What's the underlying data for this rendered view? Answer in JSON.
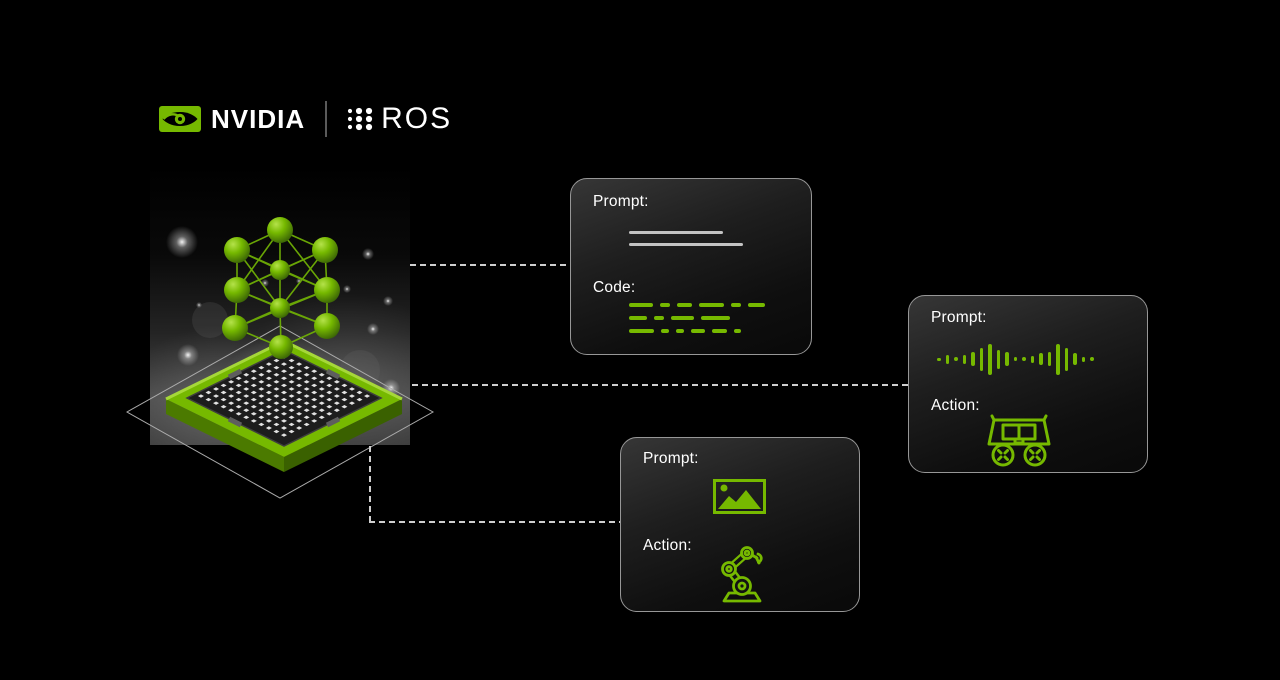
{
  "theme": {
    "accent_green": "#76b900",
    "background": "#000000",
    "card_border": "#979797",
    "text_color": "#ffffff",
    "connector_color": "#cfcfcf",
    "placeholder_line_color": "#c3c3c3"
  },
  "header": {
    "nvidia_label": "NVIDIA",
    "ros_label": "ROS"
  },
  "illustration": {
    "name": "ai-chip-with-neural-network",
    "chip_pad_grid": "12x12"
  },
  "cards": {
    "code_card": {
      "prompt_label": "Prompt:",
      "prompt_line_widths": [
        94,
        114
      ],
      "output_label": "Code:",
      "code_dash_rows": [
        [
          24,
          10,
          15,
          25,
          10,
          17
        ],
        [
          18,
          10,
          23,
          29
        ],
        [
          25,
          8,
          8,
          14,
          15,
          7
        ]
      ]
    },
    "audio_card": {
      "prompt_label": "Prompt:",
      "waveform_heights": [
        3,
        9,
        4,
        9,
        14,
        23,
        31,
        19,
        14,
        4,
        4,
        7,
        12,
        14,
        31,
        23,
        12,
        5,
        4
      ],
      "action_label": "Action:",
      "action_icon": "rover-robot-icon"
    },
    "image_card": {
      "prompt_label": "Prompt:",
      "prompt_icon": "image-icon",
      "action_label": "Action:",
      "action_icon": "robot-arm-icon"
    }
  }
}
